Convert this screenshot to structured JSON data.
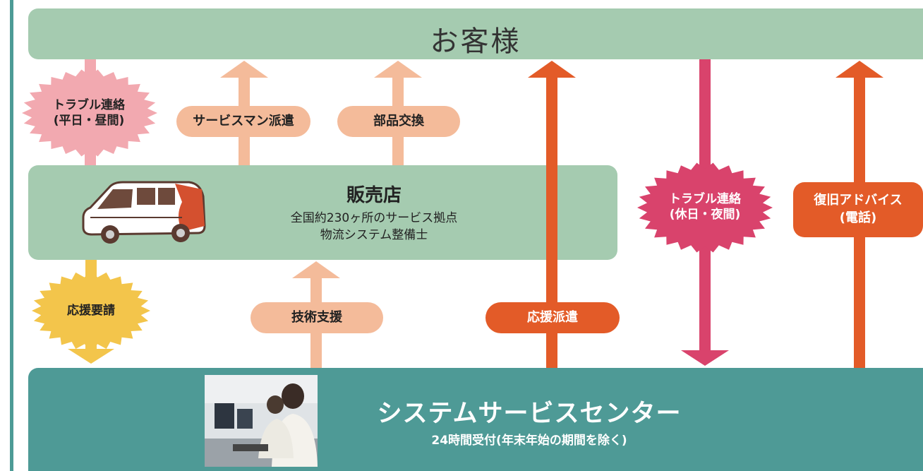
{
  "customer": {
    "title": "お客様"
  },
  "dealer": {
    "title": "販売店",
    "line1": "全国約230ヶ所のサービス拠点",
    "line2": "物流システム整備士"
  },
  "center": {
    "title": "システムサービスセンター",
    "subtitle": "24時間受付(年末年始の期間を除く)"
  },
  "flows": {
    "trouble_weekday": {
      "line1": "トラブル連絡",
      "line2": "(平日・昼間)"
    },
    "serviceman": "サービスマン派遣",
    "parts": "部品交換",
    "support_request": "応援要請",
    "tech_support": "技術支援",
    "dispatch": "応援派遣",
    "trouble_holiday": {
      "line1": "トラブル連絡",
      "line2": "(休日・夜間)"
    },
    "recovery_advice": {
      "line1": "復旧アドバイス",
      "line2": "(電話)"
    }
  },
  "colors": {
    "green_box": "#a5cbb0",
    "teal_box": "#4e9a96",
    "pink": "#f2a9b0",
    "peach": "#f4bb9a",
    "orange": "#e35b28",
    "magenta": "#d9436c",
    "yellow": "#f3c54b"
  }
}
